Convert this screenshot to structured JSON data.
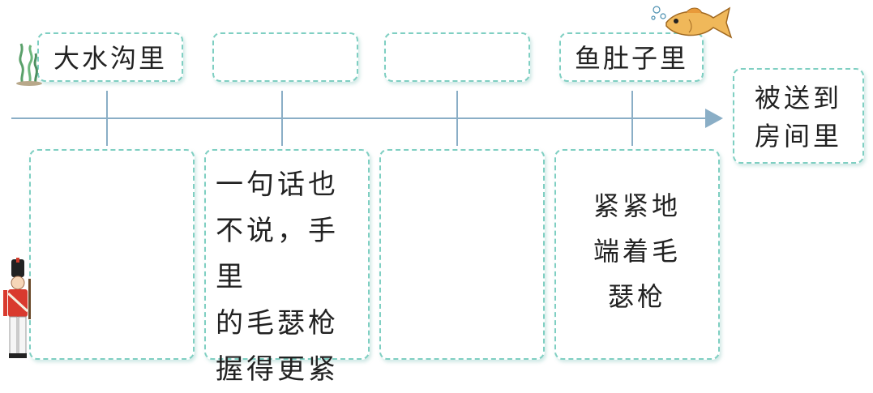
{
  "places": [
    "大水沟里",
    "",
    "",
    "鱼肚子里"
  ],
  "end_place": "被送到\n房间里",
  "descriptions": [
    "",
    "一句话也\n不说，手里\n的毛瑟枪\n握得更紧",
    "",
    "紧紧地\n端着毛\n瑟枪"
  ],
  "colors": {
    "timeline": "#8aaec6",
    "box_border": "#7fcfc2",
    "arrow_head": "#8aaec6"
  },
  "icons": [
    "seaweed-icon",
    "fish-icon",
    "tin-soldier-icon"
  ]
}
